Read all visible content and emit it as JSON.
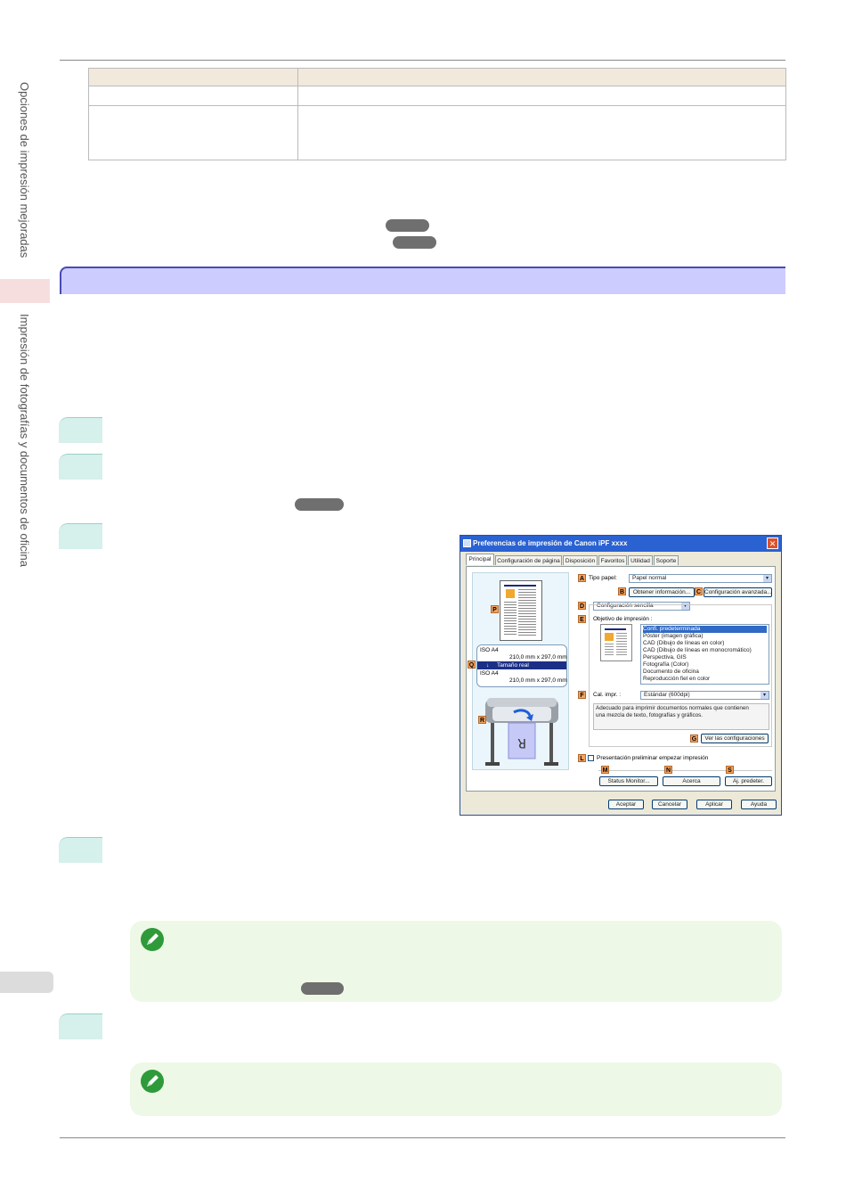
{
  "side_tab": {
    "section_label": "Opciones de impresión mejoradas",
    "chapter_label": "Impresión de fotografías y documentos de oficina"
  },
  "dialog": {
    "title": "Preferencias de impresión de Canon iPF xxxx",
    "close_glyph": "✕",
    "tabs": [
      "Principal",
      "Configuración de página",
      "Disposición",
      "Favoritos",
      "Utilidad",
      "Soporte"
    ],
    "paper_type_label": "Tipo papel:",
    "paper_type_value": "Papel normal",
    "get_info_button": "Obtener información...",
    "advanced_settings_button": "Configuración avanzada...",
    "easy_settings_value": "Configuración sencilla",
    "print_target_label": "Objetivo de impresión :",
    "print_targets": [
      "Confi. predeterminada",
      "Póster (imagen gráfica)",
      "CAD (Dibujo de líneas en color)",
      "CAD (Dibujo de líneas en monocromático)",
      "Perspectiva, GIS",
      "Fotografía (Color)",
      "Documento de oficina",
      "Reproducción fiel en color"
    ],
    "print_quality_label": "Cal. impr. :",
    "print_quality_value": "Estándar (600dpi)",
    "description_text": "Adecuado para imprimir documentos normales que contienen una mezcla de texto, fotografías y gráficos.",
    "view_settings_button": "Ver las configuraciones",
    "preview_checkbox_label": "Presentación preliminar empezar impresión",
    "status_monitor_button": "Status Monitor...",
    "about_button": "Acerca",
    "defaults_button": "Aj. predeter.",
    "ok_button": "Aceptar",
    "cancel_button": "Cancelar",
    "apply_button": "Aplicar",
    "help_button": "Ayuda",
    "size_top_label": "ISO A4",
    "size_top_value": "210,0 mm x 297,0 mm",
    "size_mode_label": "Tamaño real",
    "size_bottom_label": "ISO A4",
    "size_bottom_value": "210,0 mm x 297,0 mm",
    "badges": {
      "a": "A",
      "b": "B",
      "c": "C",
      "d": "D",
      "e": "E",
      "f": "F",
      "g": "G",
      "l": "L",
      "m": "M",
      "n": "N",
      "s": "S",
      "p": "P",
      "q": "Q",
      "r": "R"
    },
    "colors": {
      "title_bar": "#2a62d2",
      "badge": "#f4a460",
      "selection": "#316ac5"
    }
  }
}
